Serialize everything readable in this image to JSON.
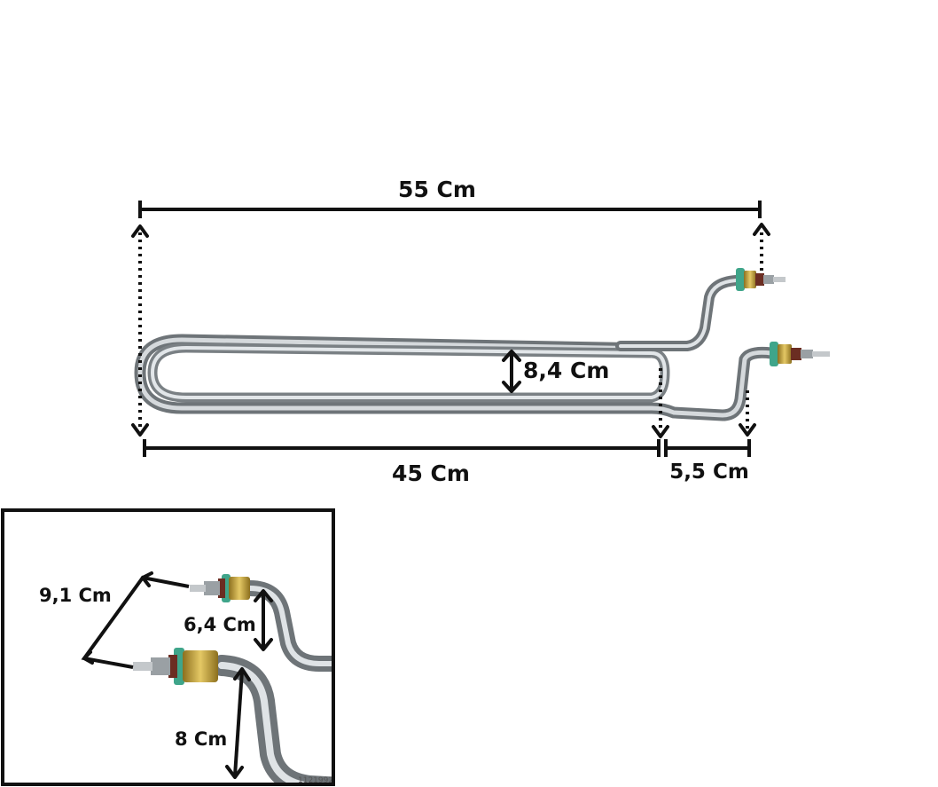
{
  "dimensions": {
    "total_length": "55 Cm",
    "loop_width": "8,4 Cm",
    "loop_length": "45 Cm",
    "offset": "5,5 Cm"
  },
  "inset": {
    "terminal_spacing": "9,1 Cm",
    "upper_bend": "6,4 Cm",
    "lower_bend": "8 Cm",
    "serial": "1121992"
  },
  "colors": {
    "tube_dark": "#6e7478",
    "tube_mid": "#a9afb3",
    "tube_light": "#dfe3e6",
    "brass": "#c9a63a",
    "gasket": "#3fa58a",
    "ceramic": "#6b2d22",
    "outline": "#111111"
  }
}
